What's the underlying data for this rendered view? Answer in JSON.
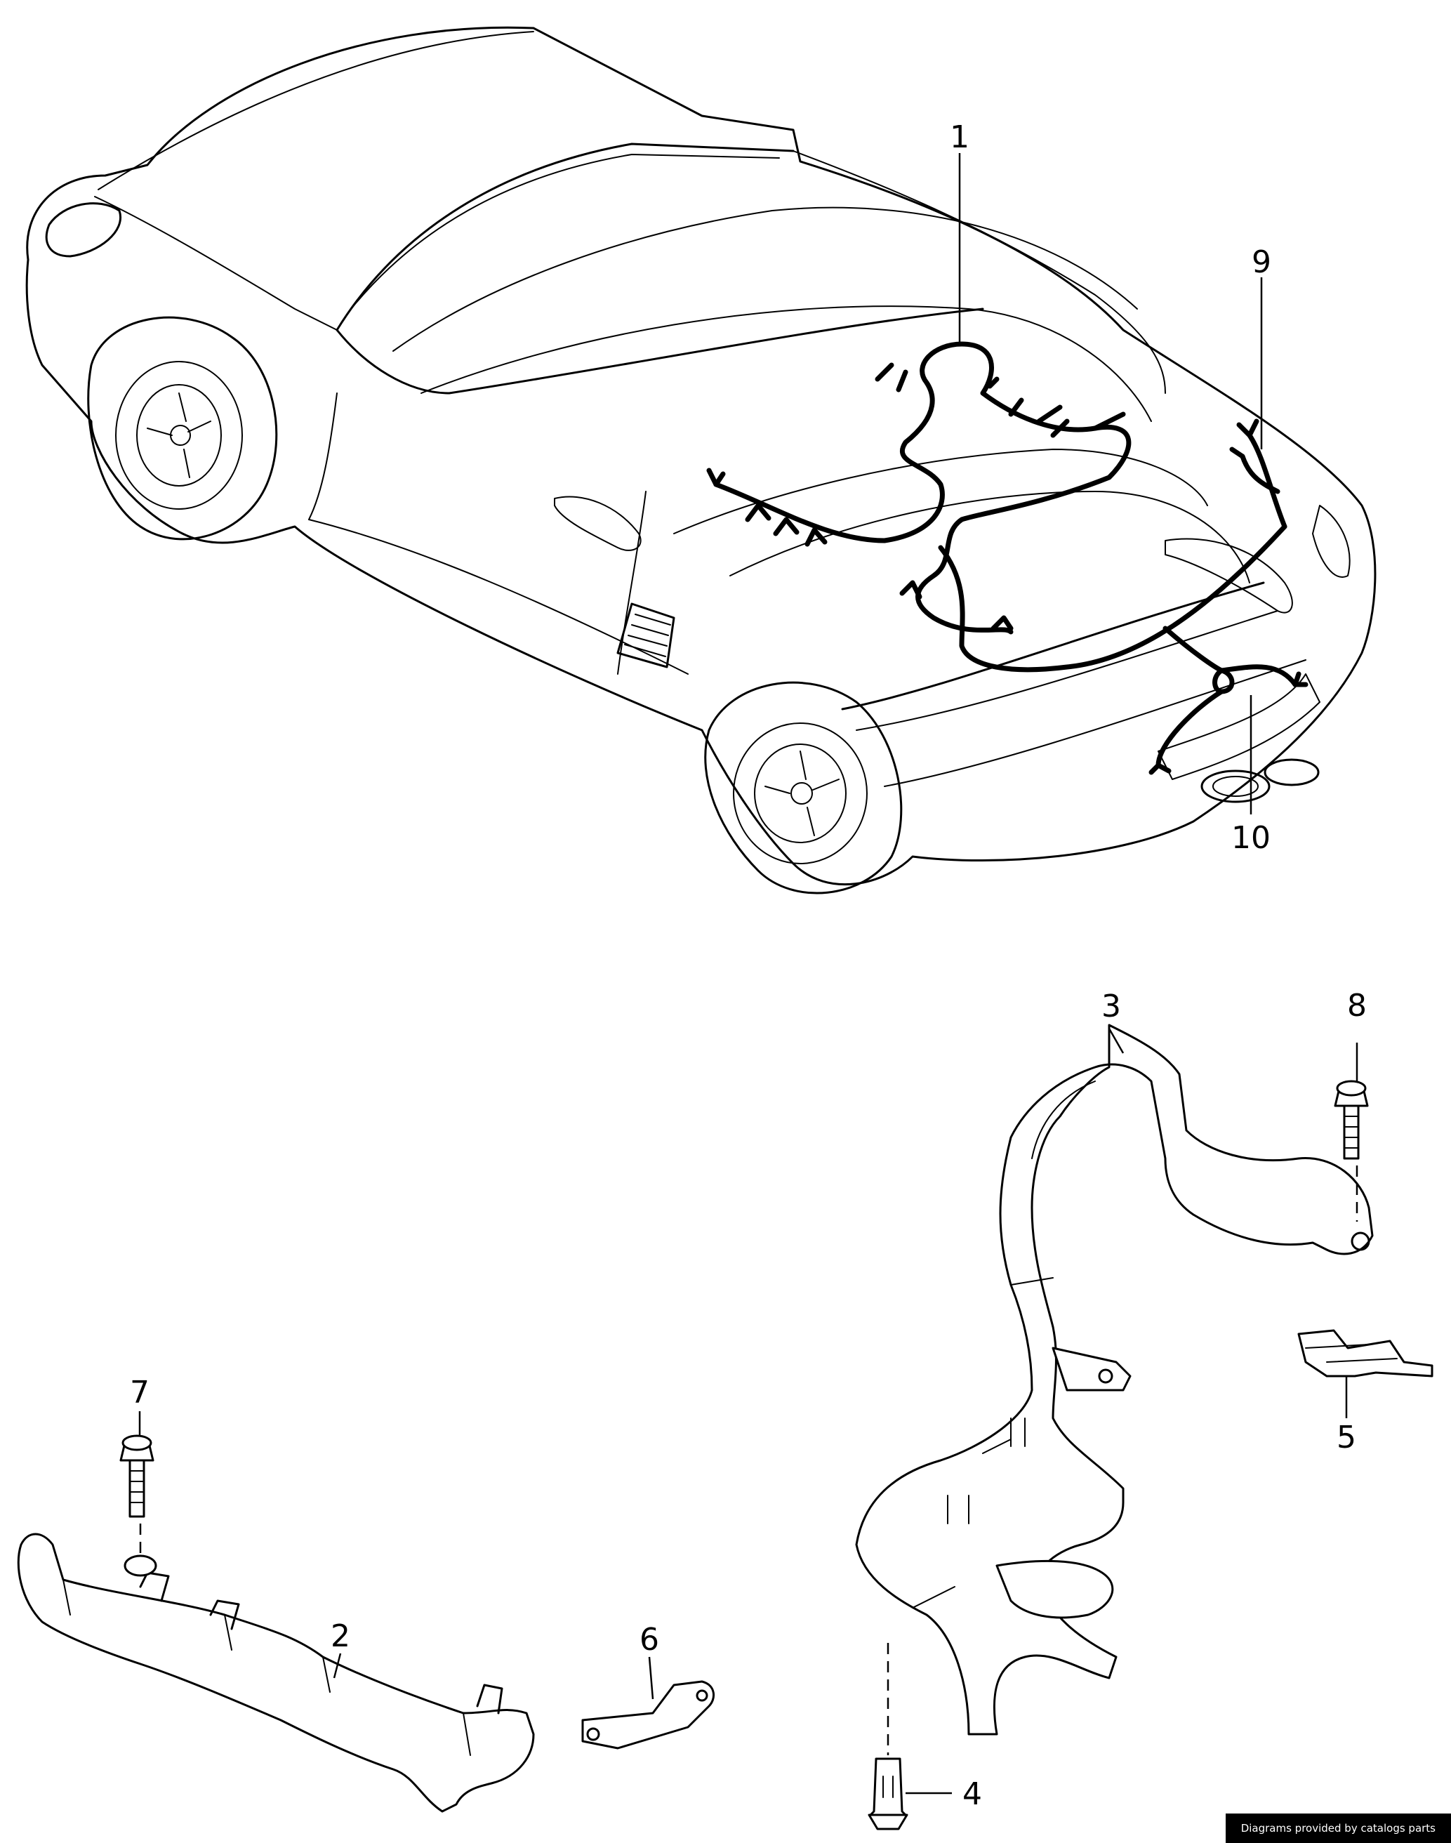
{
  "callouts": {
    "c1": "1",
    "c2": "2",
    "c3": "3",
    "c4": "4",
    "c5": "5",
    "c6": "6",
    "c7": "7",
    "c8": "8",
    "c9": "9",
    "c10": "10"
  },
  "footer": {
    "credit": "Diagrams provided by catalogs parts"
  }
}
